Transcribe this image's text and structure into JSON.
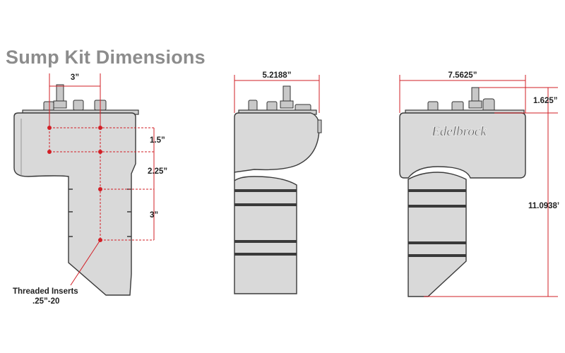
{
  "title": "Sump Kit Dimensions",
  "left_view": {
    "width_label": "3”",
    "spacing_labels": [
      "1.5”",
      "2.25”",
      "3”"
    ],
    "callout_line1": "Threaded Inserts",
    "callout_line2": ".25”-20"
  },
  "middle_view": {
    "width_label": "5.2188”"
  },
  "right_view": {
    "width_label": "7.5625”",
    "fitting_height_label": "1.625”",
    "total_height_label": "11.0938’",
    "logo_text": "Edelbrock"
  },
  "colors": {
    "dimension": "#d21f26",
    "title": "#8c8c8c",
    "body": "#d9d9d9",
    "outline": "#3a3a3a"
  }
}
